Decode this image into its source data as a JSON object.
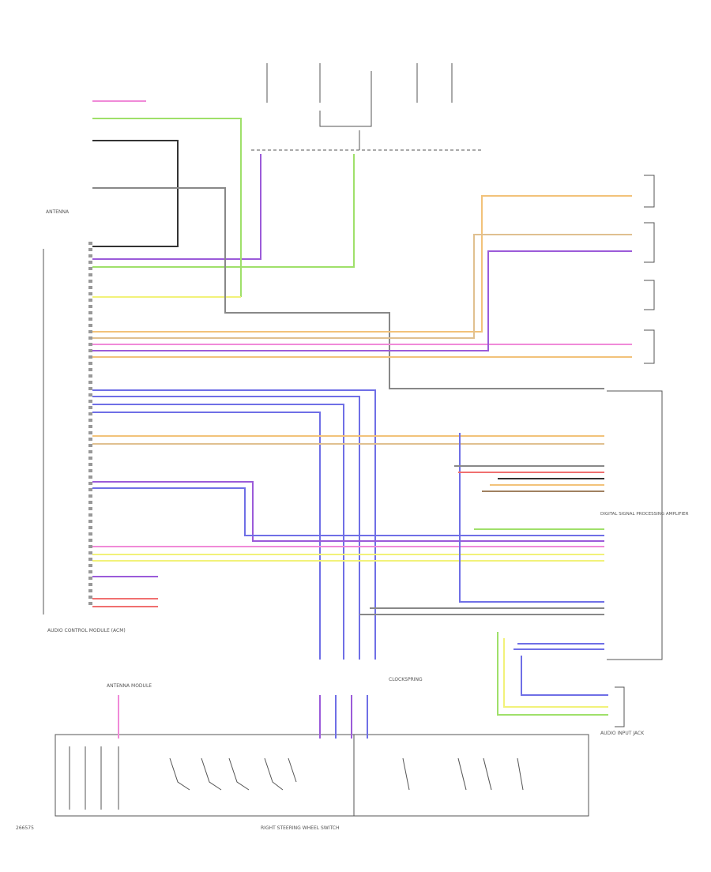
{
  "wire_colors": {
    "violet": "#9b5bd9",
    "pink": "#f08ad8",
    "green": "#9fe06a",
    "yellow": "#f2f27a",
    "orange": "#f2c27a",
    "gray": "#888888",
    "black": "#333333",
    "blue": "#6f6fe6",
    "brown": "#a08060",
    "red": "#f07070",
    "white": "#d8d8d8",
    "tan": "#e0c090"
  },
  "labels": {
    "module_name": "AUDIO CONTROL MODULE (ACM)",
    "clockspring": "CLOCKSPRING",
    "steering_switch": "RIGHT STEERING WHEEL SWITCH",
    "antenna": "ANTENNA",
    "antenna_module": "ANTENNA MODULE",
    "amplifier": "DIGITAL SIGNAL PROCESSING AMPLIFIER",
    "accessory": "AUDIO INPUT JACK",
    "drawing_id": "266575"
  }
}
